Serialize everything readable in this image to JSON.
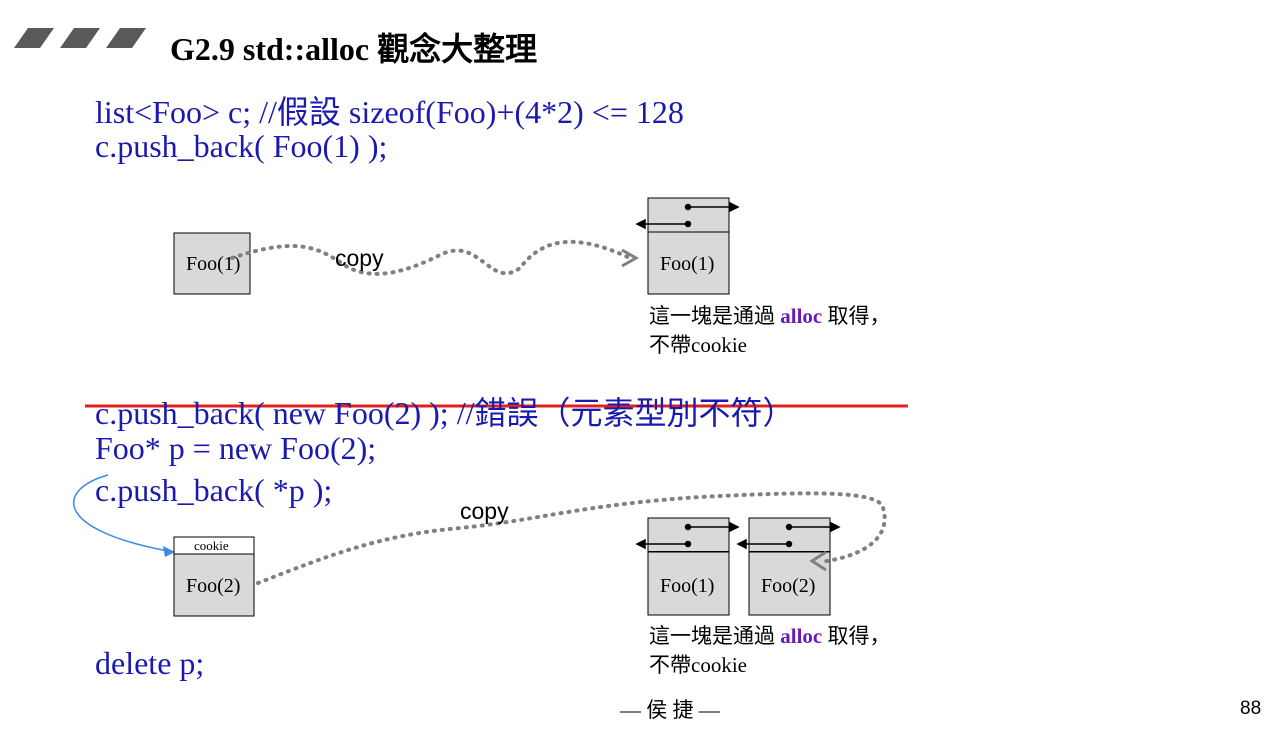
{
  "title": "G2.9 std::alloc 觀念大整理",
  "code": {
    "line1": "list<Foo> c;   //假設 sizeof(Foo)+(4*2) <= 128",
    "line2": "c.push_back( Foo(1) );",
    "line3_struck": "c.push_back( new Foo(2) ); //錯誤（元素型別不符）",
    "line4": "Foo* p = new Foo(2);",
    "line5": "c.push_back( *p );",
    "line6": "delete p;"
  },
  "diagram": {
    "source_box_1": "Foo(1)",
    "node_box_1": "Foo(1)",
    "copy_label_1": "copy",
    "heap_cookie_label": "cookie",
    "heap_box_2": "Foo(2)",
    "copy_label_2": "copy",
    "node_box_a": "Foo(1)",
    "node_box_b": "Foo(2)",
    "note_1": {
      "prefix": "這一塊是通過 ",
      "keyword": "alloc",
      "suffix": " 取得，",
      "line2": "不帶cookie"
    },
    "note_2": {
      "prefix": "這一塊是通過 ",
      "keyword": "alloc",
      "suffix": " 取得，",
      "line2": "不帶cookie"
    }
  },
  "footer": "— 侯 捷 —",
  "page_number": "88",
  "colors": {
    "code_blue": "#1a1ab0",
    "strike_red": "#e0201c",
    "alloc_purple": "#6a1bb0",
    "box_fill": "#d9d9d9",
    "dotted_gray": "#808080",
    "arrow_blue": "#3d8be0",
    "title_bars": "#595959"
  }
}
